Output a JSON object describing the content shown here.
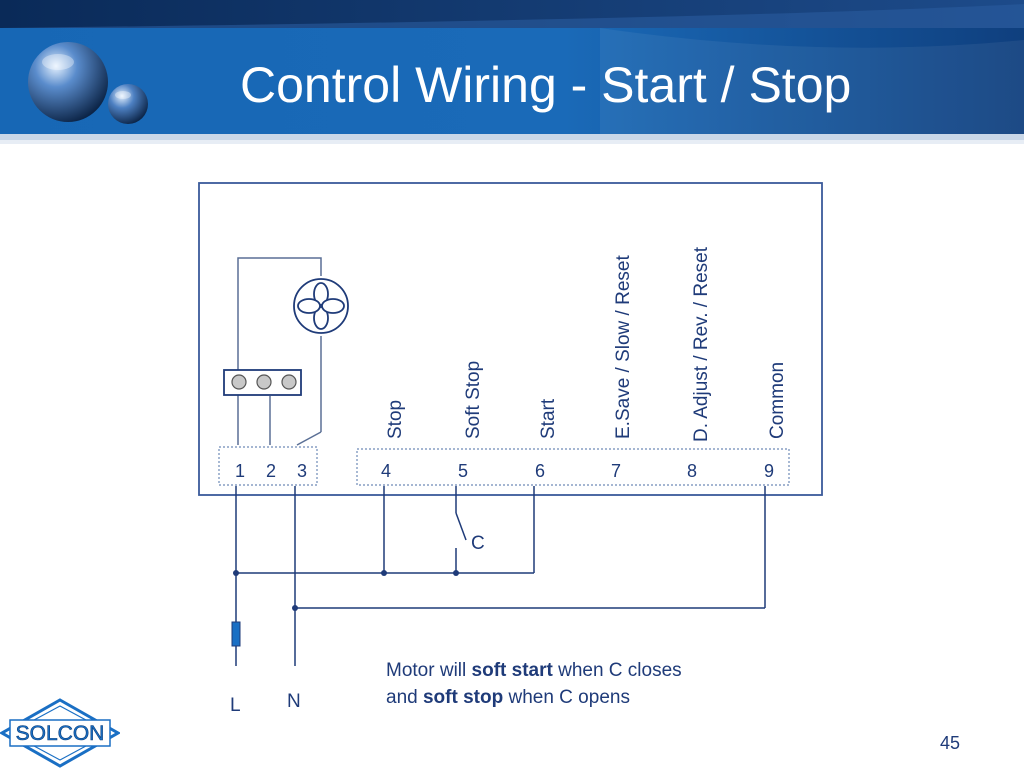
{
  "slide": {
    "title": "Control Wiring - Start / Stop",
    "page_number": "45",
    "logo_text": "SOLCON"
  },
  "terminals": {
    "left_group": [
      "1",
      "2",
      "3"
    ],
    "right_group": [
      "4",
      "5",
      "6",
      "7",
      "8",
      "9"
    ]
  },
  "terminal_labels": [
    "Stop",
    "Soft Stop",
    "Start",
    "E.Save / Slow / Reset",
    "D. Adjust / Rev. / Reset",
    "Common"
  ],
  "diagram": {
    "contact_label": "C",
    "line_label": "L",
    "neutral_label": "N"
  },
  "caption": {
    "line1_prefix": "Motor will ",
    "line1_bold": "soft start",
    "line1_suffix": " when C closes",
    "line2_prefix": "and ",
    "line2_bold": "soft stop",
    "line2_suffix": " when C opens"
  },
  "colors": {
    "header_blue": "#1a5fa8",
    "header_dark": "#0d2f5c",
    "wire_blue": "#1f3b79",
    "frame_blue": "#3a5a9a"
  }
}
